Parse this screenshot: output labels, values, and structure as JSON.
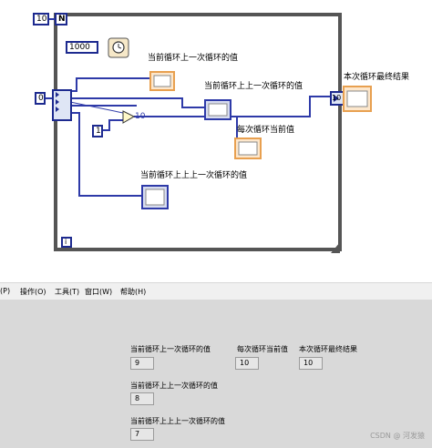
{
  "diagram": {
    "loop_count_label": "N",
    "loop_count_value": "10",
    "iteration_label": "i",
    "wait_constant": "1000",
    "shift_init_value": "0",
    "increment_constant": "1",
    "add_output_value": "10",
    "indicator_value": "10",
    "labels": {
      "prev_value": "当前循环上一次循环的值",
      "prev_prev_value": "当前循环上上一次循环的值",
      "current_value": "每次循环当前值",
      "prev_prev_prev_value": "当前循环上上上一次循环的值",
      "final_result": "本次循环最终结果"
    }
  },
  "menu": {
    "items": [
      "(P)",
      "操作(O)",
      "工具(T)",
      "窗口(W)",
      "帮助(H)"
    ]
  },
  "front_panel": {
    "prev_value": {
      "label": "当前循环上一次循环的值",
      "value": "9"
    },
    "current_value": {
      "label": "每次循环当前值",
      "value": "10"
    },
    "final_result": {
      "label": "本次循环最终结果",
      "value": "10"
    },
    "prev_prev_value": {
      "label": "当前循环上上一次循环的值",
      "value": "8"
    },
    "prev_prev_prev_value": {
      "label": "当前循环上上上一次循环的值",
      "value": "7"
    }
  },
  "watermark": "CSDN @ 河发猿"
}
